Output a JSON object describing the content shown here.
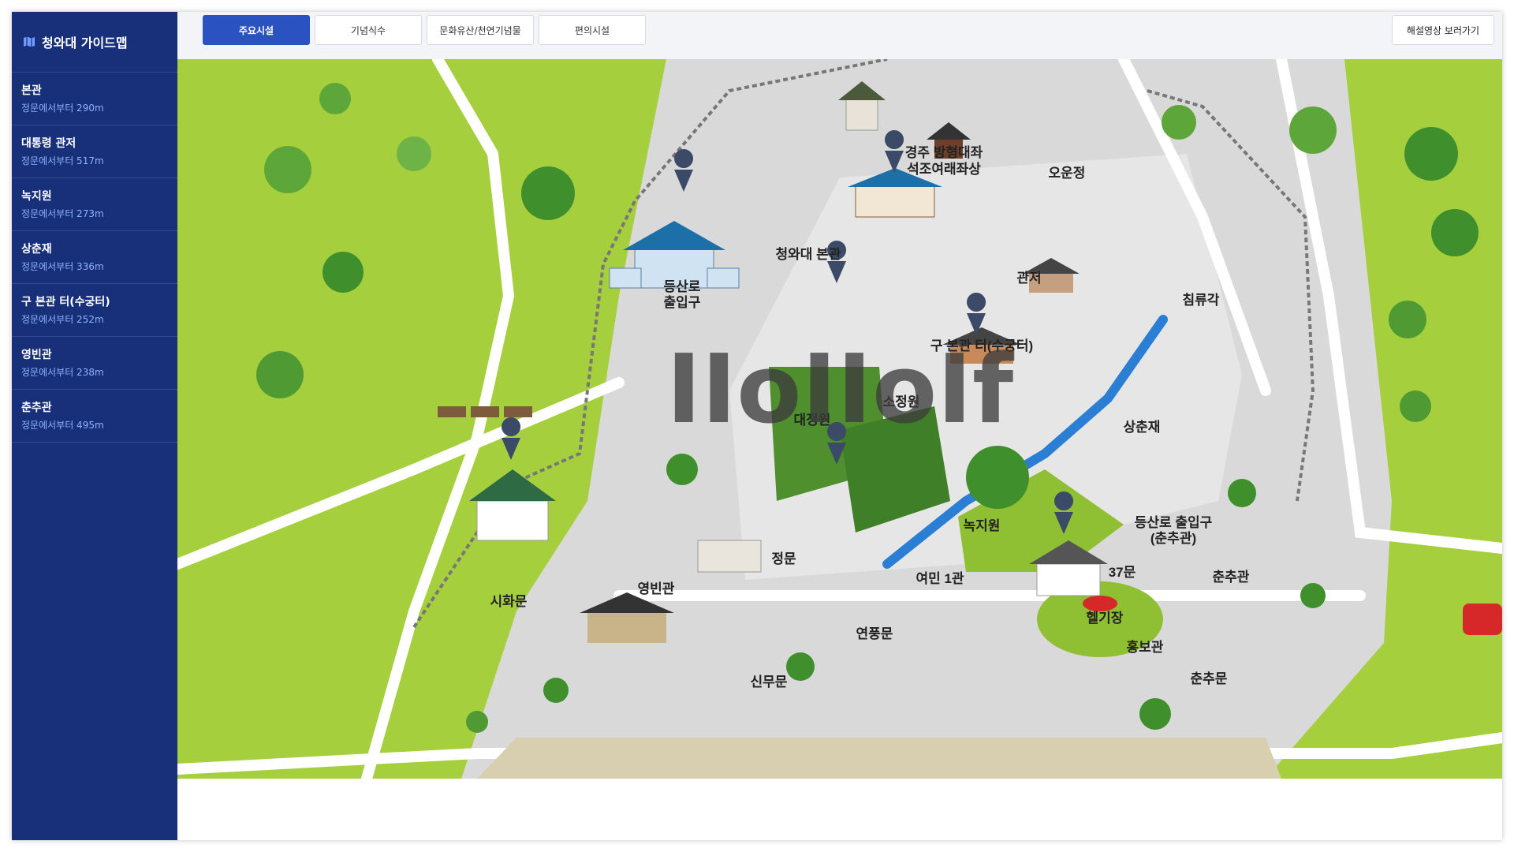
{
  "app": {
    "title": "청와대 가이드맵"
  },
  "sidebar": {
    "items": [
      {
        "name": "본관",
        "distance": "정문에서부터 290m"
      },
      {
        "name": "대통령 관저",
        "distance": "정문에서부터 517m"
      },
      {
        "name": "녹지원",
        "distance": "정문에서부터 273m"
      },
      {
        "name": "상춘재",
        "distance": "정문에서부터 336m"
      },
      {
        "name": "구 본관 터(수궁터)",
        "distance": "정문에서부터 252m"
      },
      {
        "name": "영빈관",
        "distance": "정문에서부터 238m"
      },
      {
        "name": "춘추관",
        "distance": "정문에서부터 495m"
      }
    ]
  },
  "tabs": [
    {
      "label": "주요시설",
      "active": true
    },
    {
      "label": "기념식수",
      "active": false
    },
    {
      "label": "문화유산/천연기념물",
      "active": false
    },
    {
      "label": "편의시설",
      "active": false
    }
  ],
  "video_button": {
    "label": "해설영상 보러가기"
  },
  "map": {
    "labels": {
      "bonkwan": "청와대 본관",
      "gwanjeo": "관저",
      "owoonjeong": "오운정",
      "buddha_line1": "경주 방형대좌",
      "buddha_line2": "석조여래좌상",
      "trail_line1": "등산로",
      "trail_line2": "출입구",
      "old_bonkwan": "구 본관 터(수궁터)",
      "chimnyugak": "침류각",
      "sojeongwon": "소정원",
      "daejeongwon": "대정원",
      "sangchunjae": "상춘재",
      "nokjiwon": "녹지원",
      "trail2_line1": "등산로 출입구",
      "trail2_line2": "(춘추관)",
      "yeongbingwan": "영빈관",
      "jeongmun": "정문",
      "yeomin": "여민 1관",
      "gate37": "37문",
      "chunchugwan": "춘추관",
      "sihwamun": "시화문",
      "yeonpungmun": "연풍문",
      "helipad": "헬기장",
      "hongbogwan": "홍보관",
      "sinmumun": "신무문",
      "chunchumun": "춘추문"
    },
    "watermark": "IIoIIoIf"
  },
  "colors": {
    "sidebar_bg": "#18307a",
    "accent": "#2a52c0",
    "grass": "#a5cf3c",
    "road": "#d9d9d9",
    "pin": "#3b4a66",
    "water": "#2a7fd4"
  }
}
